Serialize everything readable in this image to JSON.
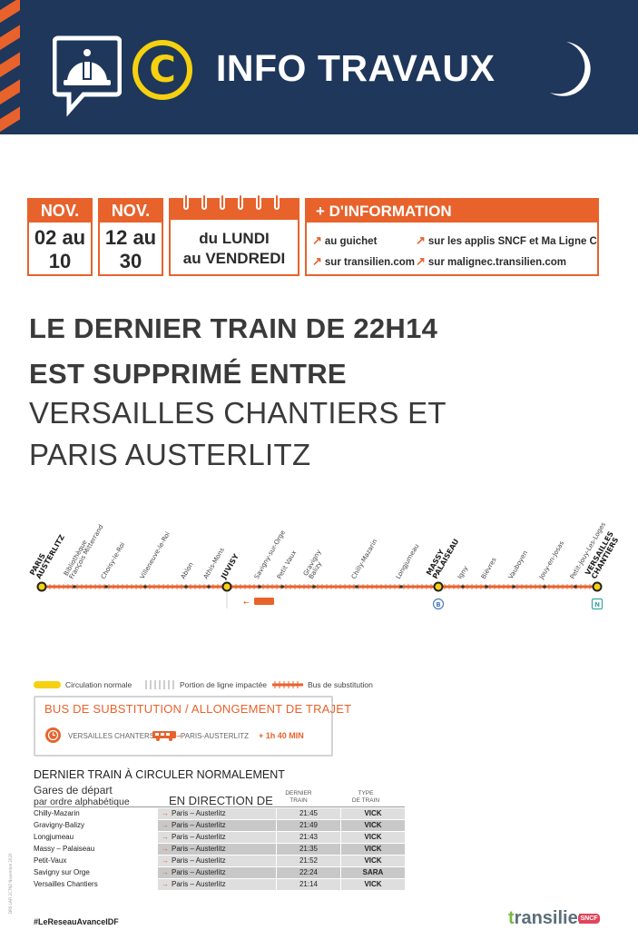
{
  "header": {
    "line": "C",
    "title": "INFO TRAVAUX",
    "colors": {
      "navy": "#1e375a",
      "orange": "#e8622c",
      "yellow": "#f5d10f"
    },
    "icons": [
      "info-helmet-icon",
      "line-c-badge",
      "moon-icon"
    ]
  },
  "dates": {
    "period1": {
      "month": "NOV.",
      "range": "02 au",
      "end": "10"
    },
    "period2": {
      "month": "NOV.",
      "range": "12 au",
      "end": "30"
    },
    "days": {
      "line1": "du LUNDI",
      "line2": "au VENDREDI"
    }
  },
  "information": {
    "title": "+ D'INFORMATION",
    "items": [
      "au guichet",
      "sur les applis SNCF et Ma Ligne C",
      "sur transilien.com",
      "sur malignec.transilien.com"
    ]
  },
  "headline": {
    "line1": "LE DERNIER TRAIN  DE 22H14",
    "line2": "EST SUPPRIMÉ ENTRE",
    "line3": "VERSAILLES CHANTIERS ET",
    "line4": "PARIS AUSTERLITZ"
  },
  "route": {
    "stations": [
      {
        "name": "PARIS",
        "name2": "AUSTERLITZ",
        "major": true
      },
      {
        "name": "Bibliothèque",
        "name2": "François Mitterrand",
        "major": false
      },
      {
        "name": "Choisy-le-Roi",
        "major": false
      },
      {
        "name": "Villeneuve-le-Roi",
        "major": false
      },
      {
        "name": "Ablon",
        "major": false
      },
      {
        "name": "Athis-Mons",
        "major": false
      },
      {
        "name": "JUVISY",
        "major": true
      },
      {
        "name": "Savigny-sur-Orge",
        "major": false
      },
      {
        "name": "Petit Vaux",
        "major": false
      },
      {
        "name": "Gravigny",
        "name2": "Balizy",
        "major": false
      },
      {
        "name": "Chilly-Mazarin",
        "major": false
      },
      {
        "name": "Longjumeau",
        "major": false
      },
      {
        "name": "MASSY",
        "name2": "PALAISEAU",
        "major": true,
        "connection": "B"
      },
      {
        "name": "Igny",
        "major": false
      },
      {
        "name": "Bièvres",
        "major": false
      },
      {
        "name": "Vauboyen",
        "major": false
      },
      {
        "name": "Jouy-en-Josas",
        "major": false
      },
      {
        "name": "Petit-Jouy-Les-Loges",
        "major": false
      },
      {
        "name": "VERSAILLES",
        "name2": "CHANTIERS",
        "major": true,
        "connection": "N"
      }
    ]
  },
  "legend": {
    "normal": "Circulation normale",
    "impacted": "Portion de ligne impactée",
    "bus": "Bus de substitution"
  },
  "bus": {
    "title": "BUS DE SUBSTITUTION / ALLONGEMENT DE TRAJET",
    "from": "VERSAILLES CHANTERS",
    "to": "PARIS-AUSTERLITZ",
    "duration": "+  1h 40 MIN"
  },
  "table": {
    "title": "DERNIER TRAIN À CIRCULER NORMALEMENT",
    "headers": {
      "gares": "Gares de départ",
      "gares_sub": "par ordre alphabétique",
      "direction": "EN DIRECTION DE",
      "dernier": "DERNIER",
      "dernier2": "TRAIN",
      "type": "TYPE",
      "type2": "DE TRAIN"
    },
    "rows": [
      {
        "station": "Chilly-Mazarin",
        "direction": "Paris – Austerlitz",
        "time": "21:45",
        "type": "VICK"
      },
      {
        "station": "Gravigny-Balizy",
        "direction": "Paris – Austerlitz",
        "time": "21:49",
        "type": "VICK"
      },
      {
        "station": "Longjumeau",
        "direction": "Paris – Austerlitz",
        "time": "21:43",
        "type": "VICK"
      },
      {
        "station": "Massy – Palaiseau",
        "direction": "Paris – Austerlitz",
        "time": "21:35",
        "type": "VICK"
      },
      {
        "station": "Petit-Vaux",
        "direction": "Paris – Austerlitz",
        "time": "21:52",
        "type": "VICK"
      },
      {
        "station": "Savigny sur Orge",
        "direction": "Paris – Austerlitz",
        "time": "22:24",
        "type": "SARA"
      },
      {
        "station": "Versailles Chantiers",
        "direction": "Paris – Austerlitz",
        "time": "21:14",
        "type": "VICK"
      }
    ]
  },
  "footer": {
    "side_note": "DRS LAFI 2C7NZ Novembre 2020",
    "hashtag": "#LeReseauAvanceIDF",
    "brand_t": "t",
    "brand_rest": "ransilien",
    "brand_badge": "SNCF"
  }
}
